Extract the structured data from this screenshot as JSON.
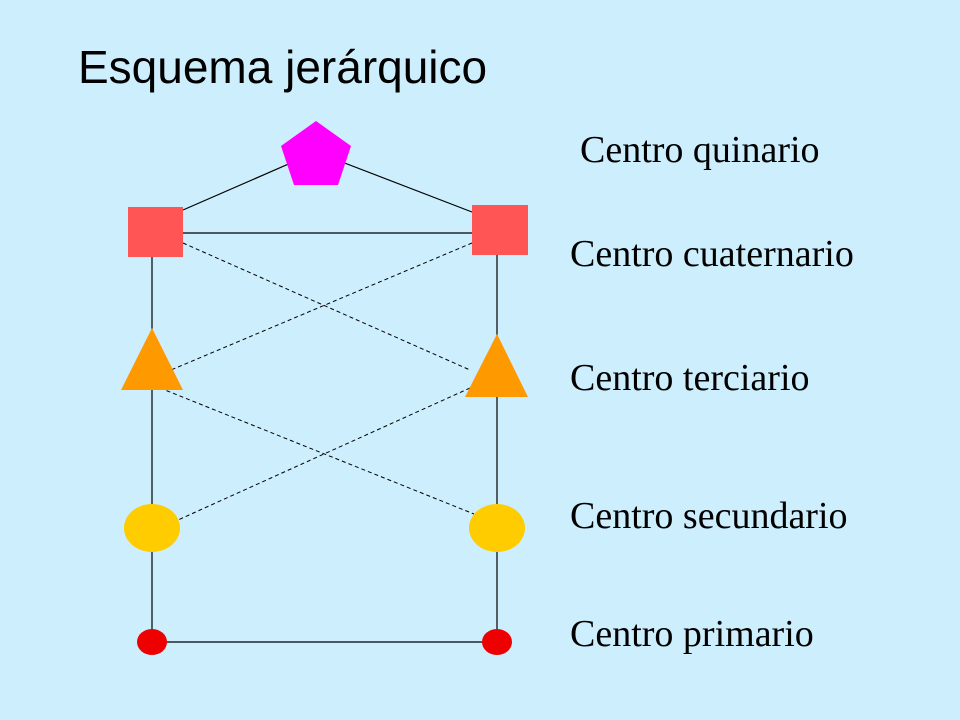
{
  "title": "Esquema jerárquico",
  "levels": {
    "quinario": "Centro quinario",
    "cuaternario": "Centro cuaternario",
    "terciario": "Centro terciario",
    "secundario": "Centro secundario",
    "primario": "Centro primario"
  },
  "colors": {
    "background": "#cdeefc",
    "quinario": "#ff00ff",
    "cuaternario": "#ff5555",
    "terciario": "#ff9900",
    "secundario": "#ffcc00",
    "primario": "#ee0000",
    "line": "#000000"
  },
  "shapes": {
    "quinario": "pentagon",
    "cuaternario": "square",
    "terciario": "triangle",
    "secundario": "ellipse",
    "primario": "small-ellipse"
  }
}
